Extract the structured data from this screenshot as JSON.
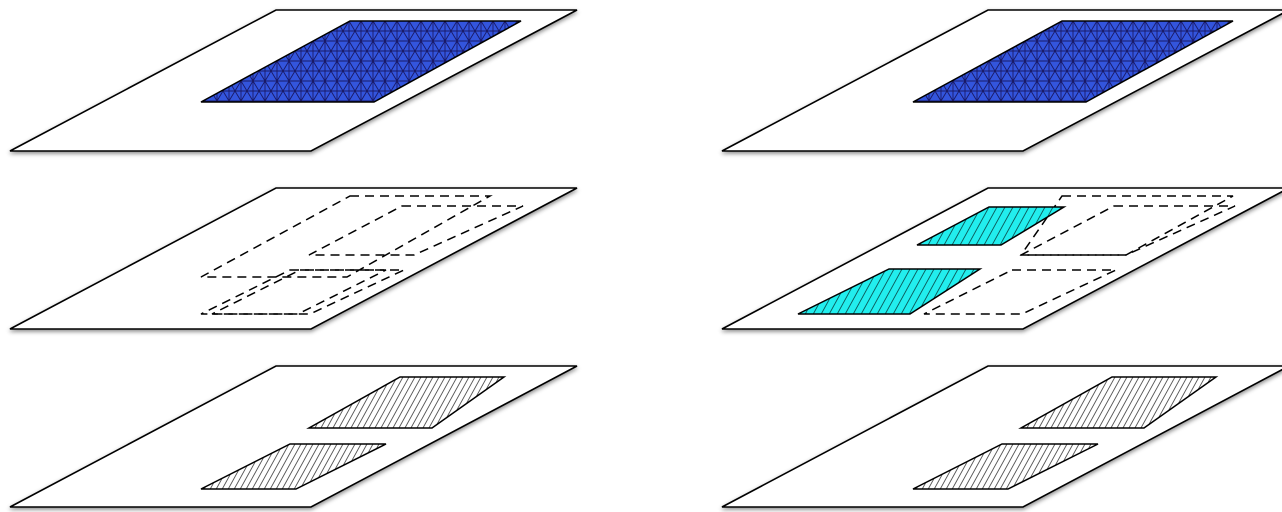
{
  "colors": {
    "plane_fill": "#ffffff",
    "plane_stroke": "#000000",
    "blue_fill": "#3355dd",
    "cyan_fill": "#22eeee",
    "hatch_fill": "#ffffff"
  },
  "columns": [
    {
      "layers": [
        {
          "layer": "top",
          "pattern": "blue-mesh",
          "dashed_outlines": false
        },
        {
          "layer": "middle",
          "pattern": "dashed-outlines",
          "dashed_outlines": true
        },
        {
          "layer": "bottom",
          "pattern": "grey-hatch",
          "dashed_outlines": false
        }
      ]
    },
    {
      "layers": [
        {
          "layer": "top",
          "pattern": "blue-mesh",
          "dashed_outlines": false
        },
        {
          "layer": "middle",
          "pattern": "cyan-hatch-and-dashed-outlines",
          "dashed_outlines": true
        },
        {
          "layer": "bottom",
          "pattern": "grey-hatch",
          "dashed_outlines": false
        }
      ]
    }
  ]
}
